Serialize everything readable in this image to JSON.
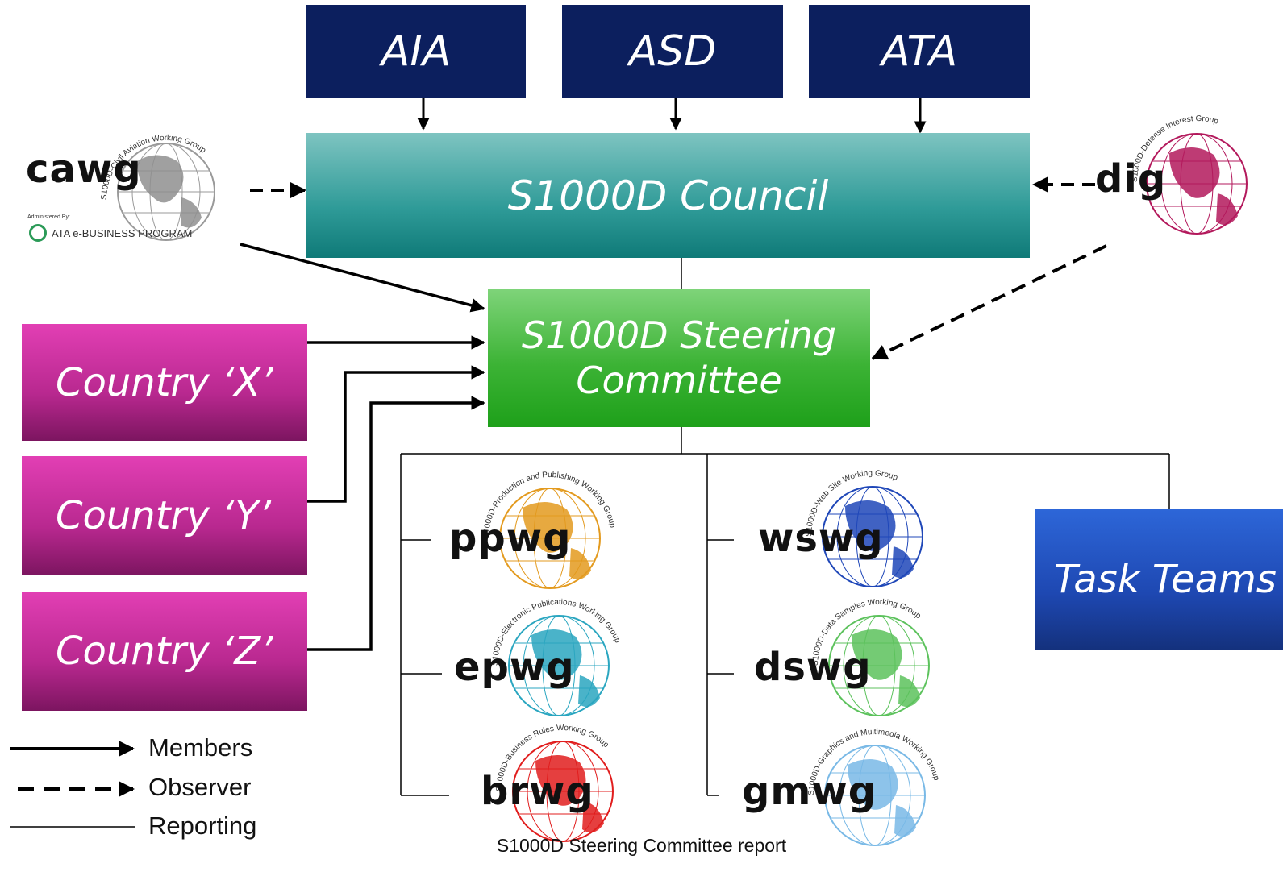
{
  "top_bodies": [
    {
      "label": "AIA"
    },
    {
      "label": "ASD"
    },
    {
      "label": "ATA"
    }
  ],
  "council": {
    "label": "S1000D Council"
  },
  "steering": {
    "line1": "S1000D Steering",
    "line2": "Committee"
  },
  "countries": [
    {
      "label": "Country ‘X’"
    },
    {
      "label": "Country ‘Y’"
    },
    {
      "label": "Country ‘Z’"
    }
  ],
  "task_teams": {
    "label": "Task Teams"
  },
  "observers": {
    "cawg": {
      "abbr": "cawg",
      "arc": "S1000D-Civil Aviation Working Group",
      "admin": "Administered By:",
      "program": "ATA e-BUSINESS PROGRAM"
    },
    "dig": {
      "abbr": "dig",
      "arc": "S1000D-Defense Interest Group"
    }
  },
  "working_groups": [
    {
      "abbr": "ppwg",
      "arc": "S1000D-Production and Publishing Working Group",
      "color": "#e39a1e"
    },
    {
      "abbr": "epwg",
      "arc": "S1000D-Electronic Publications Working Group",
      "color": "#2aa6c0"
    },
    {
      "abbr": "brwg",
      "arc": "S1000D-Business Rules Working Group",
      "color": "#e11d1d"
    },
    {
      "abbr": "wswg",
      "arc": "S1000D-Web Site Working Group",
      "color": "#1f47b8"
    },
    {
      "abbr": "dswg",
      "arc": "S1000D-Data Samples Working Group",
      "color": "#5cc25c"
    },
    {
      "abbr": "gmwg",
      "arc": "S1000D-Graphics and Multimedia Working Group",
      "color": "#79b9e6"
    }
  ],
  "observer_colors": {
    "cawg": "#9a9a9a",
    "dig": "#b3195c"
  },
  "legend": {
    "members": "Members",
    "observer": "Observer",
    "reporting": "Reporting"
  },
  "footer": "S1000D Steering Committee report"
}
